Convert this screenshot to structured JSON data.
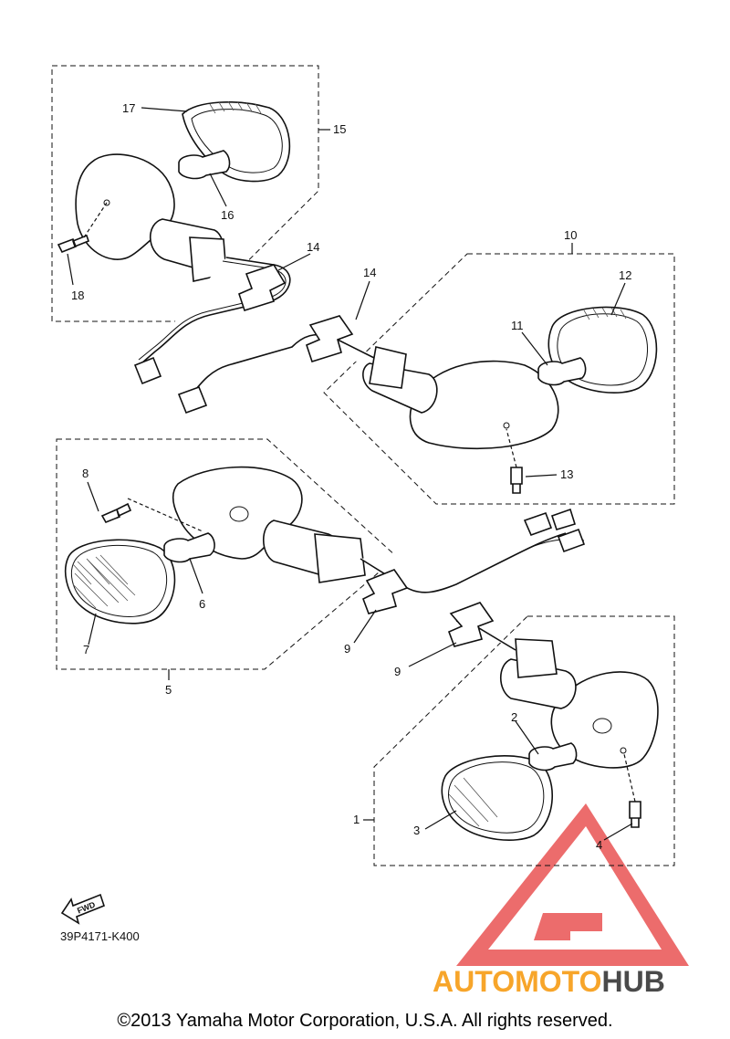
{
  "diagram": {
    "callouts": {
      "c1": "1",
      "c2": "2",
      "c3": "3",
      "c4": "4",
      "c5": "5",
      "c6": "6",
      "c7": "7",
      "c8": "8",
      "c9a": "9",
      "c9b": "9",
      "c10": "10",
      "c11": "11",
      "c12": "12",
      "c13": "13",
      "c14a": "14",
      "c14b": "14",
      "c15": "15",
      "c16": "16",
      "c17": "17",
      "c18": "18"
    },
    "fwd_label": "FWD",
    "drawing_code": "39P4171-K400"
  },
  "watermark": {
    "part_a": "AUTOMOTO",
    "part_b": "HUB",
    "color_a": "#f7a52a",
    "color_b": "#4a4a4a",
    "logo_color": "#e63b3b"
  },
  "footer": {
    "copyright": "©2013 Yamaha Motor Corporation, U.S.A. All rights reserved."
  }
}
